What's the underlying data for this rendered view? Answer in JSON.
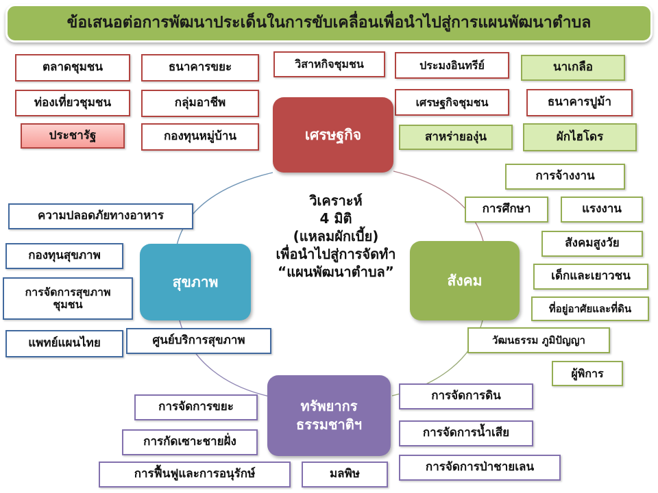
{
  "title": {
    "text": "ข้อเสนอต่อการพัฒนาประเด็นในการขับเคลื่อนเพื่อนำไปสู่การแผนพัฒนาตำบล",
    "bg_color": "#9bbb59"
  },
  "center": {
    "line1": "วิเคราะห์",
    "line2": "4 มิติ",
    "line3": "(แหลมผักเบี้ย)",
    "line4": "เพื่อนำไปสู่การจัดทำ",
    "line5": "“แผนพัฒนาตำบล”"
  },
  "hubs": {
    "economy": {
      "label": "เศรษฐกิจ",
      "color": "#b94a48"
    },
    "health": {
      "label": "สุขภาพ",
      "color": "#46a7c4"
    },
    "society": {
      "label": "สังคม",
      "color": "#97b455"
    },
    "nature_l1": {
      "label": "ทรัพยากร"
    },
    "nature_l2": {
      "label": "ธรรมชาติฯ"
    },
    "nature": {
      "label": "ทรัพยากรธรรมชาติฯ",
      "color": "#8572ad"
    }
  },
  "economy_items": [
    {
      "label": "ตลาดชุมชน",
      "border": "#b1433f",
      "fill": "#ffffff"
    },
    {
      "label": "ธนาคารขยะ",
      "border": "#b1433f",
      "fill": "#ffffff"
    },
    {
      "label": "วิสาหกิจชุมชน",
      "border": "#b1433f",
      "fill": "#ffffff"
    },
    {
      "label": "ประมงอินทรีย์",
      "border": "#b1433f",
      "fill": "#ffffff"
    },
    {
      "label": "นาเกลือ",
      "border": "#94ad53",
      "fill": "#d9ecb4"
    },
    {
      "label": "ท่องเที่ยวชุมชน",
      "border": "#b1433f",
      "fill": "#ffffff"
    },
    {
      "label": "กลุ่มอาชีพ",
      "border": "#b1433f",
      "fill": "#ffffff"
    },
    {
      "label": "เศรษฐกิจชุมชน",
      "border": "#b1433f",
      "fill": "#ffffff"
    },
    {
      "label": "ธนาคารปูม้า",
      "border": "#b1433f",
      "fill": "#ffffff"
    },
    {
      "label": "ประชารัฐ",
      "border": "#b1433f",
      "fill": "#f79d98"
    },
    {
      "label": "กองทุนหมู่บ้าน",
      "border": "#b1433f",
      "fill": "#ffffff"
    },
    {
      "label": "สาหร่ายองุ่น",
      "border": "#94ad53",
      "fill": "#d9ecb4"
    },
    {
      "label": "ผักไฮโดร",
      "border": "#94ad53",
      "fill": "#d9ecb4"
    }
  ],
  "health_items": [
    {
      "label": "ความปลอดภัยทางอาหาร",
      "border": "#41699e"
    },
    {
      "label": "กองทุนสุขภาพ",
      "border": "#41699e"
    },
    {
      "label": "การจัดการสุขภาพ",
      "border": "#41699e",
      "label2": "ชุมชน"
    },
    {
      "label": "แพทย์แผนไทย",
      "border": "#41699e"
    },
    {
      "label": "ศูนย์บริการสุขภาพ",
      "border": "#41699e"
    }
  ],
  "society_items": [
    {
      "label": "การจ้างงาน",
      "border": "#94ad53"
    },
    {
      "label": "การศึกษา",
      "border": "#94ad53"
    },
    {
      "label": "แรงงาน",
      "border": "#94ad53"
    },
    {
      "label": "สังคมสูงวัย",
      "border": "#94ad53"
    },
    {
      "label": "เด็กและเยาวชน",
      "border": "#94ad53"
    },
    {
      "label": "ที่อยู่อาศัยและที่ดิน",
      "border": "#94ad53"
    },
    {
      "label": "วัฒนธรรม ภูมิปัญญา",
      "border": "#94ad53"
    },
    {
      "label": "ผู้พิการ",
      "border": "#94ad53"
    }
  ],
  "nature_items": [
    {
      "label": "การจัดการขยะ",
      "border": "#8270ad"
    },
    {
      "label": "การกัดเซาะชายฝั่ง",
      "border": "#8270ad"
    },
    {
      "label": "การฟื้นฟูและการอนุรักษ์",
      "border": "#8270ad"
    },
    {
      "label": "มลพิษ",
      "border": "#8270ad"
    },
    {
      "label": "การจัดการดิน",
      "border": "#8270ad"
    },
    {
      "label": "การจัดการน้ำเสีย",
      "border": "#8270ad"
    },
    {
      "label": "การจัดการป่าชายเลน",
      "border": "#8270ad"
    }
  ]
}
